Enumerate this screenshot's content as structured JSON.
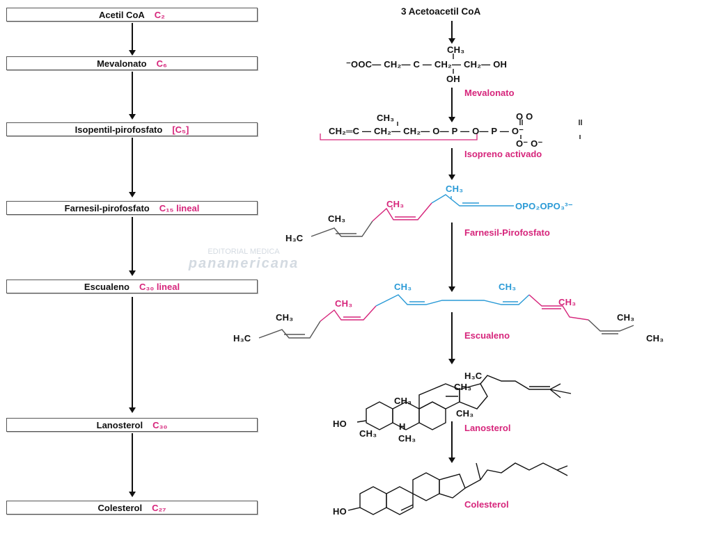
{
  "left_steps": [
    {
      "name": "Acetil CoA",
      "carbons": "C₂"
    },
    {
      "name": "Mevalonato",
      "carbons": "C₆"
    },
    {
      "name": "Isopentil-pirofosfato",
      "carbons": "[C₅]"
    },
    {
      "name": "Farnesil-pirofosfato",
      "carbons": "C₁₅ lineal"
    },
    {
      "name": "Escualeno",
      "carbons": "C₃₀ lineal"
    },
    {
      "name": "Lanosterol",
      "carbons": "C₃₀"
    },
    {
      "name": "Colesterol",
      "carbons": "C₂₇"
    }
  ],
  "right": {
    "start": "3 Acetoacetil CoA",
    "mevalonato": {
      "ch3": "CH₃",
      "chain": "⁻OOC— CH₂— C — CH₂— CH₂— OH",
      "oh": "OH",
      "label": "Mevalonato"
    },
    "isopreno": {
      "ch3": "CH₃",
      "chain": "CH₂═C — CH₂— CH₂— O— P — O— P — O⁻",
      "o_top": "O      O",
      "o_bottom": "O⁻     O⁻",
      "label": "Isopreno activado"
    },
    "farnesil": {
      "ch3_blue": "CH₃",
      "ch3_pink": "CH₃",
      "ch3_black": "CH₃",
      "h3c": "H₃C",
      "opo": "OPO₂OPO₃³⁻",
      "label": "Farnesil-Pirofosfato"
    },
    "escualeno": {
      "ch3_blue_1": "CH₃",
      "ch3_blue_2": "CH₃",
      "ch3_pink_1": "CH₃",
      "ch3_pink_2": "CH₃",
      "ch3_black_1": "CH₃",
      "ch3_black_2": "CH₃",
      "h3c": "H₃C",
      "ch3_end": "CH₃",
      "label": "Escualeno"
    },
    "lanosterol": {
      "h3c": "H₃C",
      "ch3_a": "CH₃",
      "ch3_b": "CH₃",
      "ch3_c": "CH₃",
      "h": "H",
      "ho": "HO",
      "ch3_d": "CH₃",
      "ch3_e": "CH₃",
      "label": "Lanosterol"
    },
    "colesterol": {
      "ho": "HO",
      "label": "Colesterol"
    }
  },
  "watermark": {
    "line1": "EDITORIAL MEDICA",
    "line2": "panamericana"
  },
  "colors": {
    "accent_pink": "#d6257b",
    "accent_blue": "#2a9ad6"
  }
}
